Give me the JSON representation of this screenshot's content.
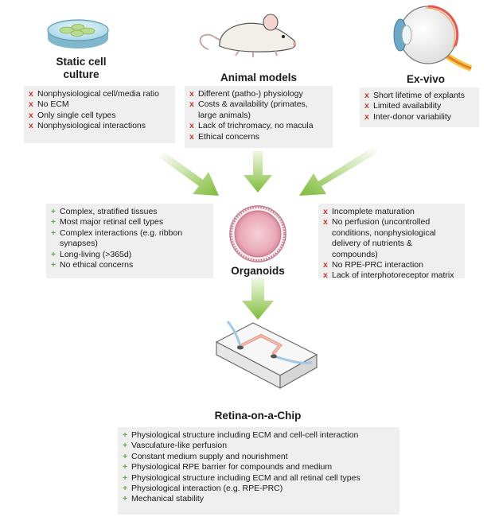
{
  "models": {
    "static": {
      "title": "Static cell culture",
      "items": [
        {
          "type": "con",
          "text": "Nonphysiological cell/media ratio"
        },
        {
          "type": "con",
          "text": "No ECM"
        },
        {
          "type": "con",
          "text": "Only single cell types"
        },
        {
          "type": "con",
          "text": "Nonphysiological interactions"
        }
      ]
    },
    "animal": {
      "title": "Animal models",
      "items": [
        {
          "type": "con",
          "text": "Different (patho-) physiology"
        },
        {
          "type": "con",
          "text": "Costs & availability (primates, large animals)"
        },
        {
          "type": "con",
          "text": "Lack of trichromacy, no macula"
        },
        {
          "type": "con",
          "text": "Ethical concerns"
        }
      ]
    },
    "exvivo": {
      "title": "Ex-vivo",
      "items": [
        {
          "type": "con",
          "text": "Short lifetime of explants"
        },
        {
          "type": "con",
          "text": "Limited availability"
        },
        {
          "type": "con",
          "text": "Inter-donor variability"
        }
      ]
    }
  },
  "organoids": {
    "title": "Organoids",
    "pros": [
      {
        "type": "pro",
        "text": "Complex, stratified tissues"
      },
      {
        "type": "pro",
        "text": "Most major retinal cell types"
      },
      {
        "type": "pro",
        "text": "Complex interactions (e.g. ribbon synapses)"
      },
      {
        "type": "pro",
        "text": "Long-living (>365d)"
      },
      {
        "type": "pro",
        "text": "No ethical concerns"
      }
    ],
    "cons": [
      {
        "type": "con",
        "text": "Incomplete maturation"
      },
      {
        "type": "con",
        "text": "No perfusion (uncontrolled conditions, nonphysiological delivery of nutrients & compounds)"
      },
      {
        "type": "con",
        "text": "No RPE-PRC interaction"
      },
      {
        "type": "con",
        "text": "Lack of interphotoreceptor matrix"
      }
    ]
  },
  "chip": {
    "title": "Retina-on-a-Chip",
    "items": [
      {
        "type": "pro",
        "text": "Physiological structure including ECM and cell-cell interaction"
      },
      {
        "type": "pro",
        "text": "Vasculature-like perfusion"
      },
      {
        "type": "pro",
        "text": "Constant medium supply and nourishment"
      },
      {
        "type": "pro",
        "text": "Physiological RPE barrier for compounds and medium"
      },
      {
        "type": "pro",
        "text": "Physiological structure including ECM and all retinal cell types"
      },
      {
        "type": "pro",
        "text": "Physiological interaction (e.g. RPE-PRC)"
      },
      {
        "type": "pro",
        "text": "Mechanical stability"
      }
    ]
  },
  "markers": {
    "con": "x",
    "pro": "+"
  },
  "colors": {
    "con": "#c0392b",
    "pro": "#6aa84f",
    "arrow": "#8cc63f",
    "box": "#efefef"
  },
  "icons": [
    "petri-dish-icon",
    "mouse-icon",
    "eye-icon",
    "organoid-icon",
    "microfluidic-chip-icon"
  ]
}
